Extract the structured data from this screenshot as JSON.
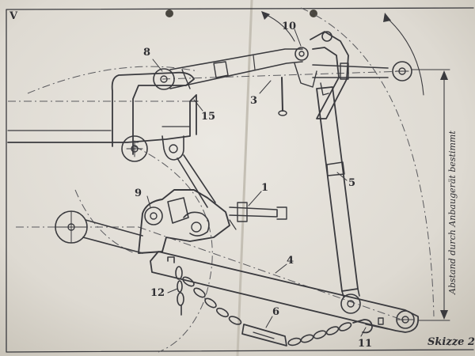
{
  "drawing": {
    "part_numbers": [
      "1",
      "3",
      "4",
      "5",
      "6",
      "8",
      "9",
      "10",
      "11",
      "12",
      "15"
    ],
    "dimension_note": "Abstand durch Anbaugerät bestimmt",
    "sheet_label": "Skizze 2",
    "corner_mark": "V"
  },
  "colors": {
    "paper": "#e6e3dc",
    "ink": "#3a3a3e"
  }
}
